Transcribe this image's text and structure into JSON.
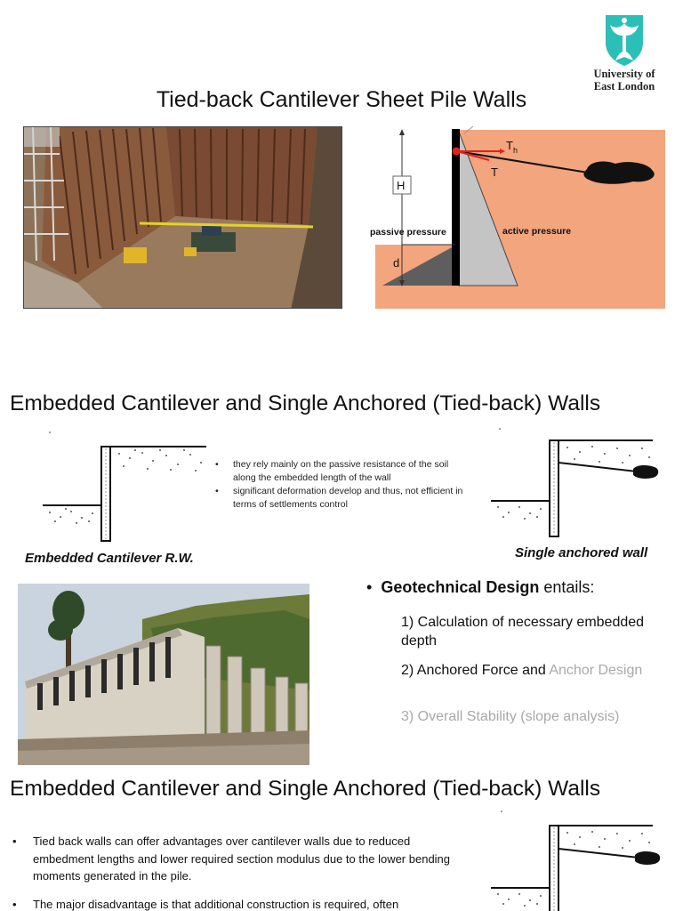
{
  "logo": {
    "line1": "University of",
    "line2": "East London",
    "color": "#2bbfb8"
  },
  "slide1": {
    "title": "Tied-back Cantilever Sheet Pile Walls",
    "diagram": {
      "label_H": "H",
      "label_d": "d",
      "label_Th": "T",
      "label_Th_sub": "h",
      "label_T": "T",
      "passive": "passive pressure",
      "active": "active pressure",
      "soil_color": "#f3a57d",
      "anchor_color": "#e41e1e"
    }
  },
  "slide2": {
    "title": "Embedded Cantilever and Single Anchored (Tied-back) Walls",
    "bullets": [
      "they rely mainly on the passive resistance of the soil along the embedded length of the wall",
      "significant deformation develop and thus, not efficient in terms of settlements control"
    ],
    "caption_left": "Embedded Cantilever R.W.",
    "caption_right": "Single anchored wall",
    "geo": {
      "bold": "Geotechnical Design",
      "rest": " entails:",
      "item1": "1) Calculation of necessary embedded depth",
      "item2_dark": "2) Anchored Force and ",
      "item2_grey": "Anchor Design",
      "item3": "3) Overall Stability (slope analysis)"
    }
  },
  "slide3": {
    "title": "Embedded Cantilever and Single Anchored (Tied-back) Walls",
    "bullets": [
      "Tied back walls can offer advantages over cantilever walls due to reduced embedment lengths and lower required section modulus due to the lower bending moments generated in the pile.",
      "The major disadvantage is that additional construction is required, often"
    ]
  }
}
